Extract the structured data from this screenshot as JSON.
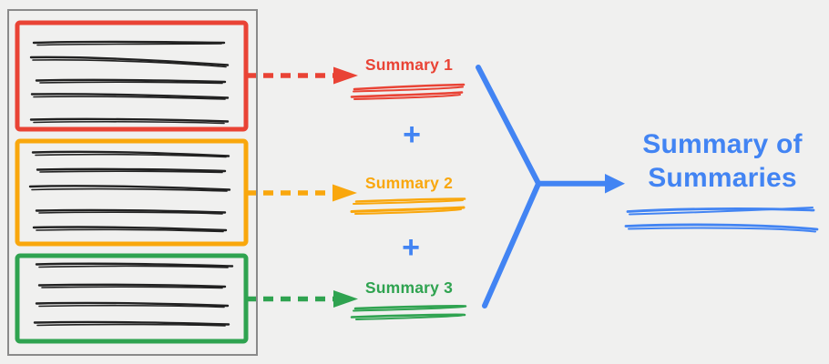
{
  "colors": {
    "background": "#F0F0EF",
    "stack_border": "#8A8A8A",
    "text_scribble": "#212121",
    "red": "#E94335",
    "orange": "#F9A70D",
    "green": "#2FA350",
    "blue": "#4284F3"
  },
  "document_stack": {
    "sections": [
      {
        "name": "red-section",
        "color": "#E94335",
        "text_line_count": 5
      },
      {
        "name": "orange-section",
        "color": "#F9A70D",
        "text_line_count": 5
      },
      {
        "name": "green-section",
        "color": "#2FA350",
        "text_line_count": 4
      }
    ]
  },
  "summaries": [
    {
      "label": "Summary 1",
      "color": "#E94335"
    },
    {
      "label": "Summary 2",
      "color": "#F9A70D"
    },
    {
      "label": "Summary 3",
      "color": "#2FA350"
    }
  ],
  "operators": {
    "plus_top": "+",
    "plus_bottom": "+"
  },
  "output": {
    "title_line_1": "Summary of",
    "title_line_2": "Summaries",
    "color": "#4284F3"
  }
}
